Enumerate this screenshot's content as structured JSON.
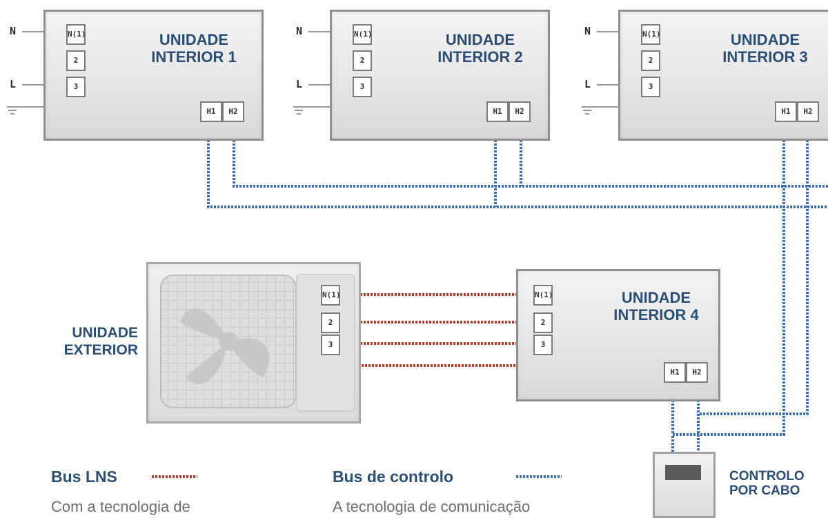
{
  "indoor_units": [
    {
      "title": "UNIDADE\nINTERIOR 1",
      "terminals": [
        "N(1)",
        "2",
        "3"
      ],
      "bus_terminals": [
        "H1",
        "H2"
      ],
      "wire_labels": [
        "N",
        "L"
      ]
    },
    {
      "title": "UNIDADE\nINTERIOR 2",
      "terminals": [
        "N(1)",
        "2",
        "3"
      ],
      "bus_terminals": [
        "H1",
        "H2"
      ],
      "wire_labels": [
        "N",
        "L"
      ]
    },
    {
      "title": "UNIDADE\nINTERIOR 3",
      "terminals": [
        "N(1)",
        "2",
        "3"
      ],
      "bus_terminals": [
        "H1",
        "H2"
      ],
      "wire_labels": [
        "N",
        "L"
      ]
    },
    {
      "title": "UNIDADE\nINTERIOR 4",
      "terminals": [
        "N(1)",
        "2",
        "3"
      ],
      "bus_terminals": [
        "H1",
        "H2"
      ]
    }
  ],
  "outdoor_unit": {
    "title": "UNIDADE\nEXTERIOR",
    "terminals": [
      "N(1)",
      "2",
      "3"
    ]
  },
  "remote": {
    "title": "CONTROLO\nPOR CABO"
  },
  "legend": {
    "lns": {
      "title": "Bus LNS",
      "text": "Com a tecnologia de",
      "color": "#c0392b"
    },
    "control": {
      "title": "Bus de controlo",
      "text": "A tecnologia de comunicação",
      "color": "#3a6fb7"
    }
  }
}
